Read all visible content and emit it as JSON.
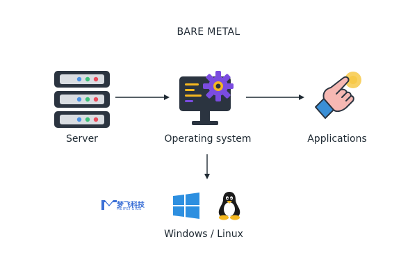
{
  "diagram": {
    "title": "BARE METAL",
    "nodes": {
      "server": {
        "label": "Server",
        "icon": "server-rack-icon"
      },
      "os": {
        "label": "Operating system",
        "icon": "monitor-gear-icon"
      },
      "apps": {
        "label": "Applications",
        "icon": "pointing-hand-icon"
      },
      "platforms": {
        "label": "Windows / Linux",
        "icons": [
          "windows-logo-icon",
          "linux-tux-icon"
        ]
      }
    },
    "edges": [
      {
        "from": "server",
        "to": "os"
      },
      {
        "from": "os",
        "to": "apps"
      },
      {
        "from": "os",
        "to": "platforms"
      }
    ]
  },
  "watermark": {
    "icon": "meifei-logo-icon",
    "cn_text": "梦飞科技",
    "en_text": "MEIFEI GIGE"
  },
  "colors": {
    "server_body": "#2b3440",
    "server_slot": "#d9dde2",
    "led_blue": "#4a90e2",
    "led_green": "#3ec07a",
    "led_red": "#e94b5b",
    "monitor_body": "#2b3440",
    "gear": "#7b4ce0",
    "gear_center": "#f5b820",
    "hand_skin": "#f6b8b3",
    "cuff": "#3a8fd6",
    "tap_glow": "#f7c948",
    "windows_blue": "#2d8fe0",
    "arrow": "#1f2a33",
    "watermark_blue": "#3a6fd6"
  }
}
